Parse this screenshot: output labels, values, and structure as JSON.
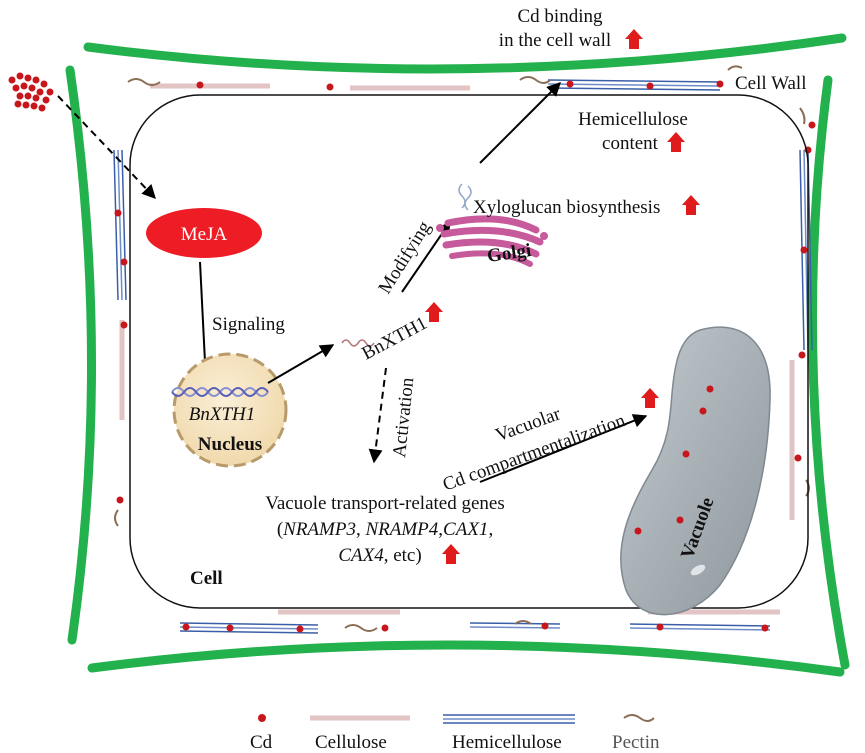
{
  "labels": {
    "cd_binding_line1": "Cd binding",
    "cd_binding_line2": "in the cell wall",
    "cell_wall": "Cell Wall",
    "hemicellulose_line1": "Hemicellulose",
    "hemicellulose_line2": "content",
    "xyloglucan": "Xyloglucan biosynthesis",
    "golgi": "Golgi",
    "modifying": "Modifying",
    "meja": "MeJA",
    "signaling": "Signaling",
    "bnxth1_gene": "BnXTH1",
    "nucleus": "Nucleus",
    "bnxth1_protein": "BnXTH1",
    "activation": "Activation",
    "vacuolar_line1": "Vacuolar",
    "vacuolar_line2": "Cd compartmentalization",
    "vacuole": "Vacuole",
    "genes_line1": "Vacuole transport-related genes",
    "genes_open": "(",
    "gene_nramp3": "NRAMP3",
    "gene_sep1": ", ",
    "gene_nramp4": "NRAMP4",
    "gene_sep2": ",",
    "gene_cax1": "CAX1",
    "gene_sep3": ",",
    "gene_cax4": "CAX4",
    "genes_close": ", etc)",
    "cell": "Cell"
  },
  "legend": {
    "cd": "Cd",
    "cellulose": "Cellulose",
    "hemicellulose": "Hemicellulose",
    "pectin": "Pectin"
  },
  "colors": {
    "cell_wall_green": "#22b14c",
    "cd_red": "#c8161d",
    "meja_red": "#ee1c24",
    "up_arrow_red": "#e01b1b",
    "cellulose_pink": "#e2c4c4",
    "hemicellulose_blue": "#3a5fa8",
    "pectin_brown": "#8a6e55",
    "golgi_pink": "#c75a9a",
    "nucleus_fill": "#f5deb3",
    "vacuole_gray": "#a9b2b8"
  }
}
